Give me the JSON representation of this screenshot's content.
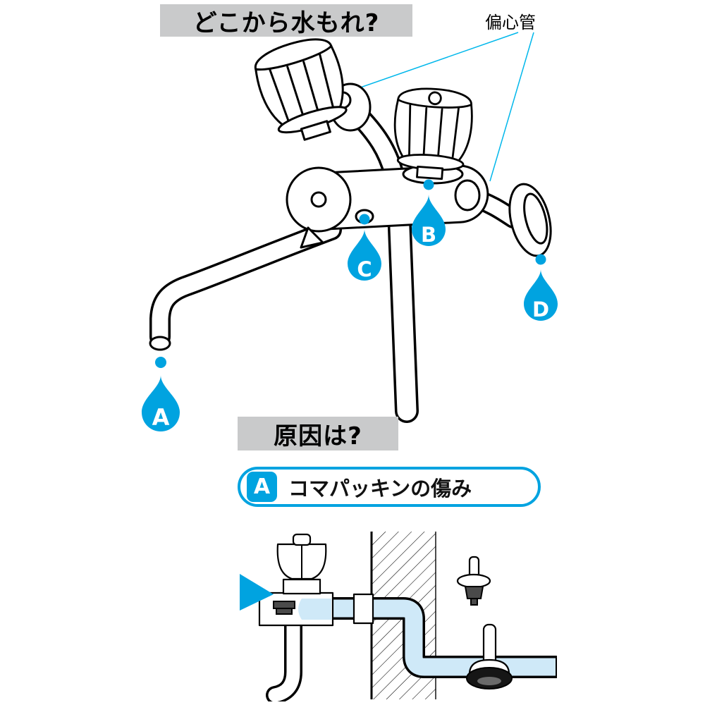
{
  "page": {
    "title": "どこから水もれ?",
    "cause_heading": "原因は?"
  },
  "labels": {
    "eccentric_pipe": "偏心管"
  },
  "leak_markers": [
    {
      "letter": "A"
    },
    {
      "letter": "B"
    },
    {
      "letter": "C"
    },
    {
      "letter": "D"
    }
  ],
  "cause_banner": {
    "letter": "A",
    "text": "コマパッキンの傷み"
  },
  "colors": {
    "drop_blue": "#00a3e0",
    "heading_bg": "#c9cacb",
    "water_fill": "#cfe9f8",
    "leader_line": "#00b7eb"
  }
}
